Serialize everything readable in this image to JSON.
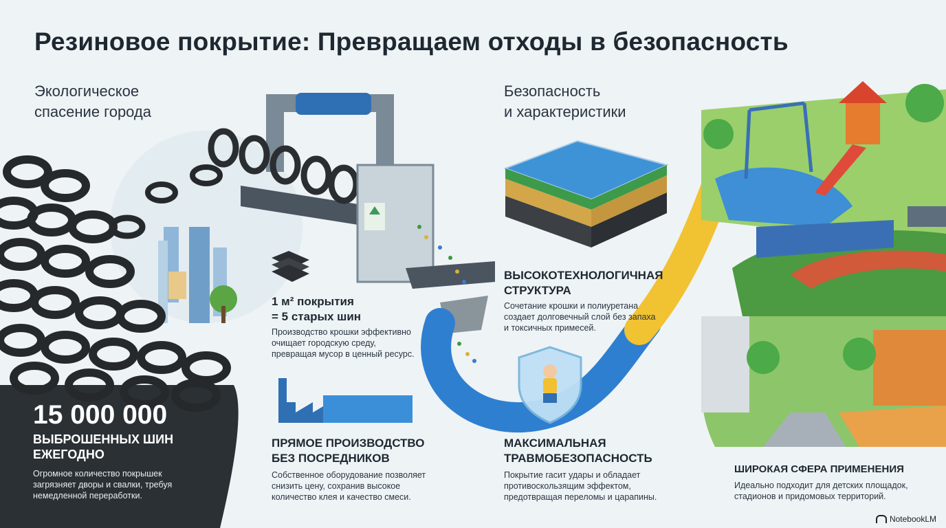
{
  "title": "Резиновое покрытие: Превращаем отходы в безопасность",
  "sections": {
    "eco": {
      "title_line1": "Экологическое",
      "title_line2": "спасение города"
    },
    "safety": {
      "title_line1": "Безопасность",
      "title_line2": "и характеристики"
    }
  },
  "stat": {
    "number": "15 000 000",
    "label_line1": "ВЫБРОШЕННЫХ ШИН",
    "label_line2": "ЕЖЕГОДНО",
    "desc_line1": "Огромное количество покрышек",
    "desc_line2": "загрязняет дворы и свалки, требуя",
    "desc_line3": "немедленной переработки."
  },
  "blocks": {
    "ratio": {
      "head_line1": "1 м² покрытия",
      "head_line2": "= 5 старых шин",
      "body_line1": "Производство крошки эффективно",
      "body_line2": "очищает городскую среду,",
      "body_line3": "превращая мусор в ценный ресурс."
    },
    "production": {
      "head_line1": "ПРЯМОЕ ПРОИЗВОДСТВО",
      "head_line2": "БЕЗ ПОСРЕДНИКОВ",
      "body_line1": "Собственное оборудование позволяет",
      "body_line2": "снизить цену, сохранив высокое",
      "body_line3": "количество клея и качество смеси."
    },
    "structure": {
      "head_line1": "ВЫСОКОТЕХНОЛОГИЧНАЯ",
      "head_line2": "СТРУКТУРА",
      "body_line1": "Сочетание крошки и полиуретана",
      "body_line2": "создает долговечный слой без запаха",
      "body_line3": "и токсичных примесей."
    },
    "safety": {
      "head_line1": "МАКСИМАЛЬНАЯ",
      "head_line2": "ТРАВМОБЕЗОПАСНОСТЬ",
      "body_line1": "Покрытие гасит удары и обладает",
      "body_line2": "противоскользящим эффектом,",
      "body_line3": "предотвращая переломы и царапины."
    },
    "application": {
      "head_line1": "ШИРОКАЯ СФЕРА ПРИМЕНЕНИЯ",
      "body_line1": "Идеально подходит для детских площадок,",
      "body_line2": "стадионов и придомовых территорий."
    }
  },
  "brand": "NotebookLM",
  "colors": {
    "background": "#eef3f6",
    "tire": "#2c3033",
    "blue_track": "#2f7fd0",
    "yellow_track": "#f1c232",
    "green": "#3e9a3e"
  }
}
